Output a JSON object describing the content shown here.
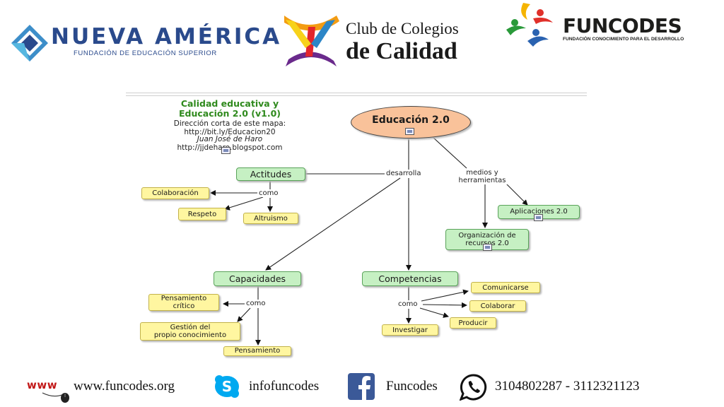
{
  "header": {
    "nueva_america": {
      "name": "NUEVA AMÉRICA",
      "subtitle": "FUNDACIÓN DE EDUCACIÓN SUPERIOR"
    },
    "club": {
      "line1": "Club de Colegios",
      "line2": "de Calidad"
    },
    "funcodes": {
      "name": "FUNCODES",
      "subtitle": "FUNDACIÓN CONOCIMIENTO PARA EL DESARROLLO"
    }
  },
  "map": {
    "title_line1": "Calidad educativa y",
    "title_line2": "Educación 2.0 (v1.0)",
    "info_line1": "Dirección corta de este mapa:",
    "info_line2": "http://bit.ly/Educacion20",
    "author": "Juan José de Haro",
    "author_url": "http://jjdeharo.blogspot.com",
    "root": "Educación 2.0",
    "links": {
      "desarrolla": "desarrolla",
      "medios_line1": "medios y",
      "medios_line2": "herramientas",
      "como_actitudes": "como",
      "como_capacidades": "como",
      "como_competencias": "como"
    },
    "nodes": {
      "actitudes": "Actitudes",
      "colaboracion": "Colaboración",
      "respeto": "Respeto",
      "altruismo": "Altruismo",
      "aplicaciones": "Aplicaciones 2.0",
      "organizacion_line1": "Organización de",
      "organizacion_line2": "recursos 2.0",
      "capacidades": "Capacidades",
      "pensamiento_critico_line1": "Pensamiento",
      "pensamiento_critico_line2": "crítico",
      "gestion_line1": "Gestión del",
      "gestion_line2": "propio conocimiento",
      "pensamiento_cut": "Pensamiento",
      "competencias": "Competencias",
      "comunicarse": "Comunicarse",
      "colaborar": "Colaborar",
      "producir": "Producir",
      "investigar": "Investigar"
    }
  },
  "footer": {
    "www": "www",
    "website": "www.funcodes.org",
    "skype": "infofuncodes",
    "facebook": "Funcodes",
    "phones": "3104802287 - 3112321123"
  },
  "colors": {
    "green_node": "#c6f0c3",
    "yellow_node": "#fff6a0",
    "root_node": "#f9c29a",
    "title_green": "#2f8a1d",
    "brand_blue": "#2a4a8c"
  },
  "icons": [
    "nueva-america-logo-icon",
    "club-colegios-logo-icon",
    "funcodes-logo-icon",
    "document-icon",
    "skype-icon",
    "facebook-icon",
    "whatsapp-icon",
    "www-mouse-icon"
  ]
}
